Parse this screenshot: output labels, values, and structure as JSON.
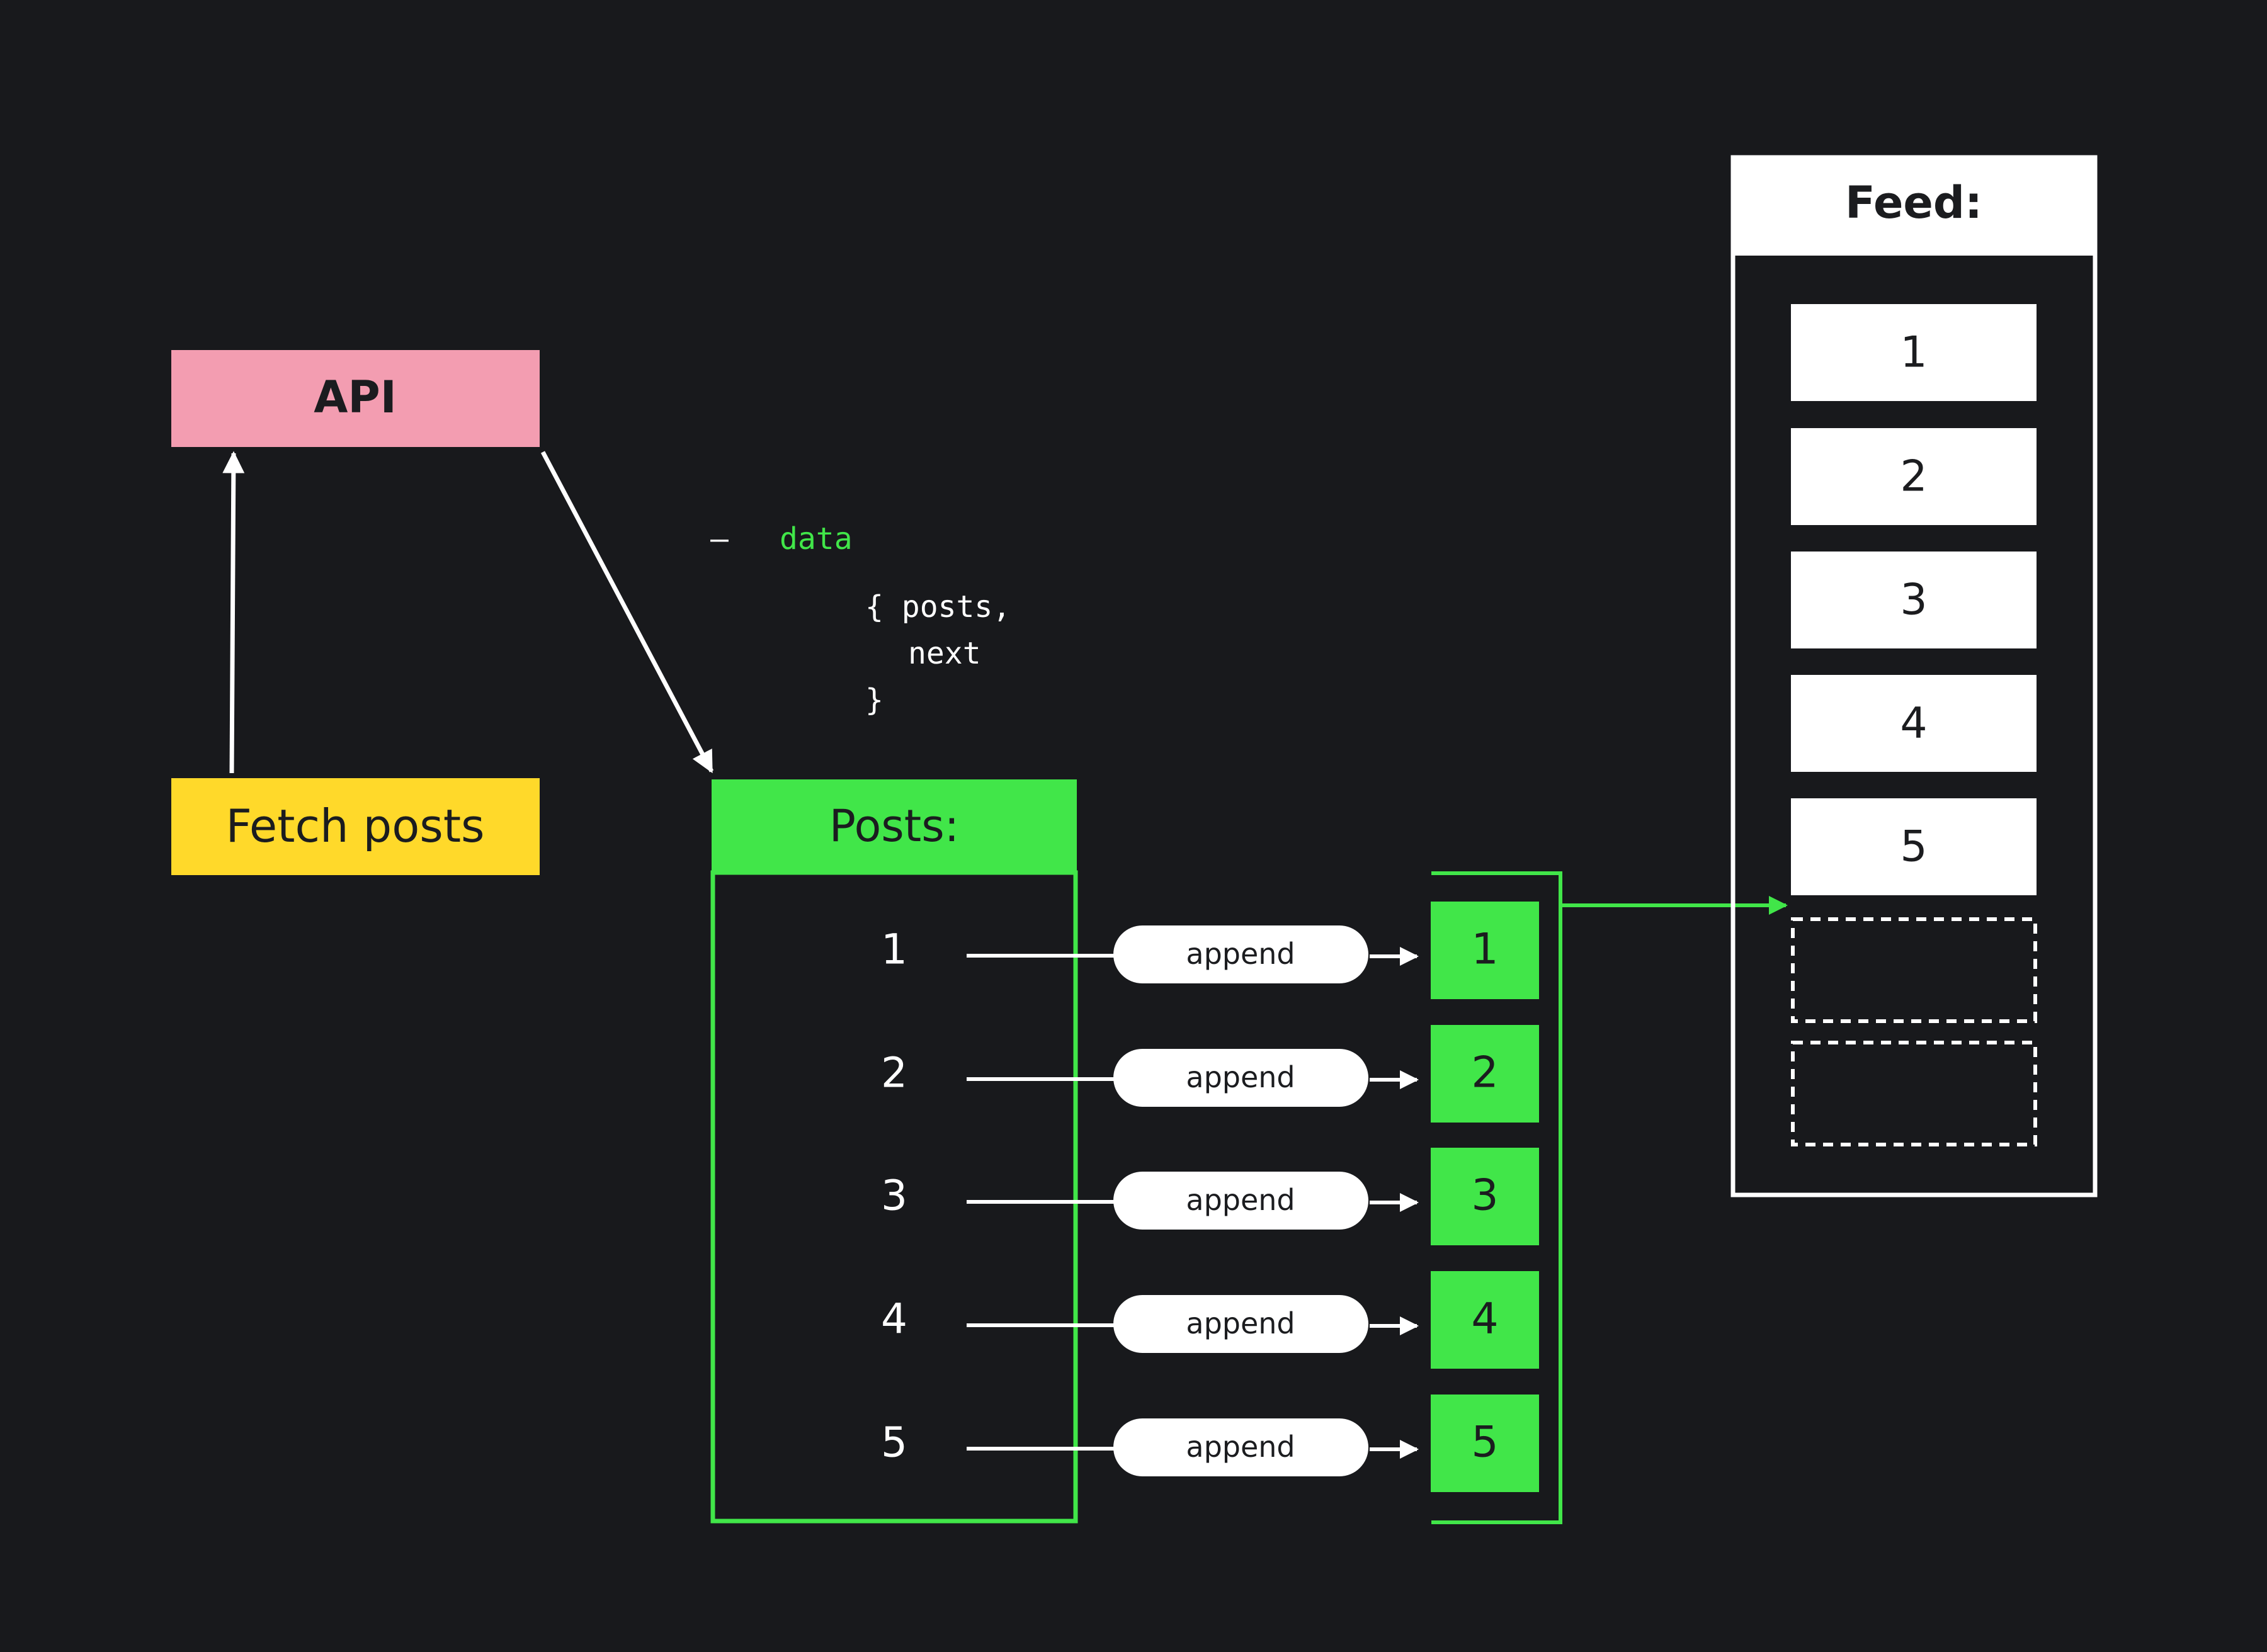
{
  "colors": {
    "background": "#18191c",
    "api_box": "#f39db1",
    "fetch_box": "#ffd92a",
    "green": "#41e649",
    "white": "#ffffff",
    "dark_text": "#1b1c1f"
  },
  "api": {
    "label": "API"
  },
  "fetch": {
    "label": "Fetch posts"
  },
  "code_annotation": {
    "dash": "—",
    "keyword": "data",
    "line1": "{ posts,",
    "line2": "next",
    "line3": "}"
  },
  "posts": {
    "title": "Posts:",
    "items": [
      "1",
      "2",
      "3",
      "4",
      "5"
    ]
  },
  "append": {
    "label": "append"
  },
  "appended": {
    "items": [
      "1",
      "2",
      "3",
      "4",
      "5"
    ]
  },
  "feed": {
    "title": "Feed:",
    "items": [
      "1",
      "2",
      "3",
      "4",
      "5"
    ],
    "empty_slots": 2
  }
}
